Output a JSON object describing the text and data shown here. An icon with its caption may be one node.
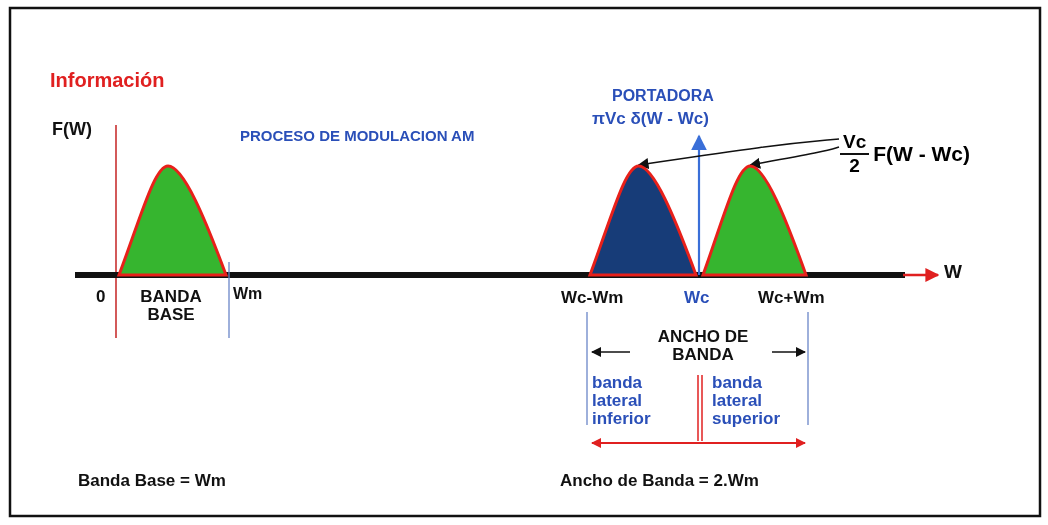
{
  "diagram": {
    "title": "PROCESO DE MODULACION AM",
    "nodes": [
      {
        "text": [],
        "shape": "bell"
      },
      {
        "text": [],
        "shape": "bell"
      },
      {
        "text": [],
        "shape": "bell"
      },
      {
        "text": [
          "Vc",
          "2",
          "F(W - Wc)"
        ]
      }
    ],
    "edges": [
      {
        "from": 3,
        "to": 1,
        "arrow": "to"
      },
      {
        "from": 3,
        "to": 2,
        "arrow": "to"
      }
    ],
    "labels": [
      "Información",
      "F(W)",
      "PORTADORA",
      "πVc δ(W - Wc)",
      "W",
      "0",
      "BANDA BASE",
      "Wm",
      "Wc-Wm",
      "Wc",
      "Wc+Wm",
      "ANCHO DE BANDA",
      "banda lateral inferior",
      "banda lateral superior",
      "Banda Base = Wm",
      "Ancho de Banda = 2.Wm"
    ]
  }
}
